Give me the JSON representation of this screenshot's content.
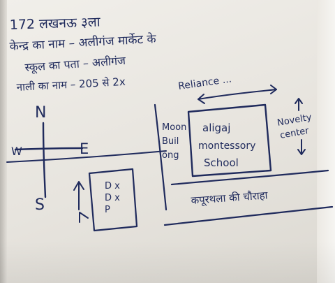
{
  "header": {
    "line1": "172 लखनऊ ३ला",
    "line2": "केन्द्र का नाम – अलीगंज मार्केट के",
    "line3": "स्कूल का पता – अलीगंज",
    "line4": "नाली का नाम – 205 से 2x"
  },
  "compass": {
    "north": "N",
    "south": "S",
    "east": "E",
    "west": "W"
  },
  "sketch": {
    "top_road_label": "Reliance ...",
    "left_building_label": [
      "Moon",
      "Buil",
      "ong"
    ],
    "school_box_lines": [
      "aligaj",
      "montessory",
      "School"
    ],
    "right_label": [
      "Novelty",
      "center"
    ],
    "small_box_lines": [
      "D x",
      "D x",
      "P"
    ],
    "bottom_label": "कपूरथला की चौराहा"
  },
  "colors": {
    "ink": "#1f2a5c",
    "paper": "#f1efea"
  }
}
